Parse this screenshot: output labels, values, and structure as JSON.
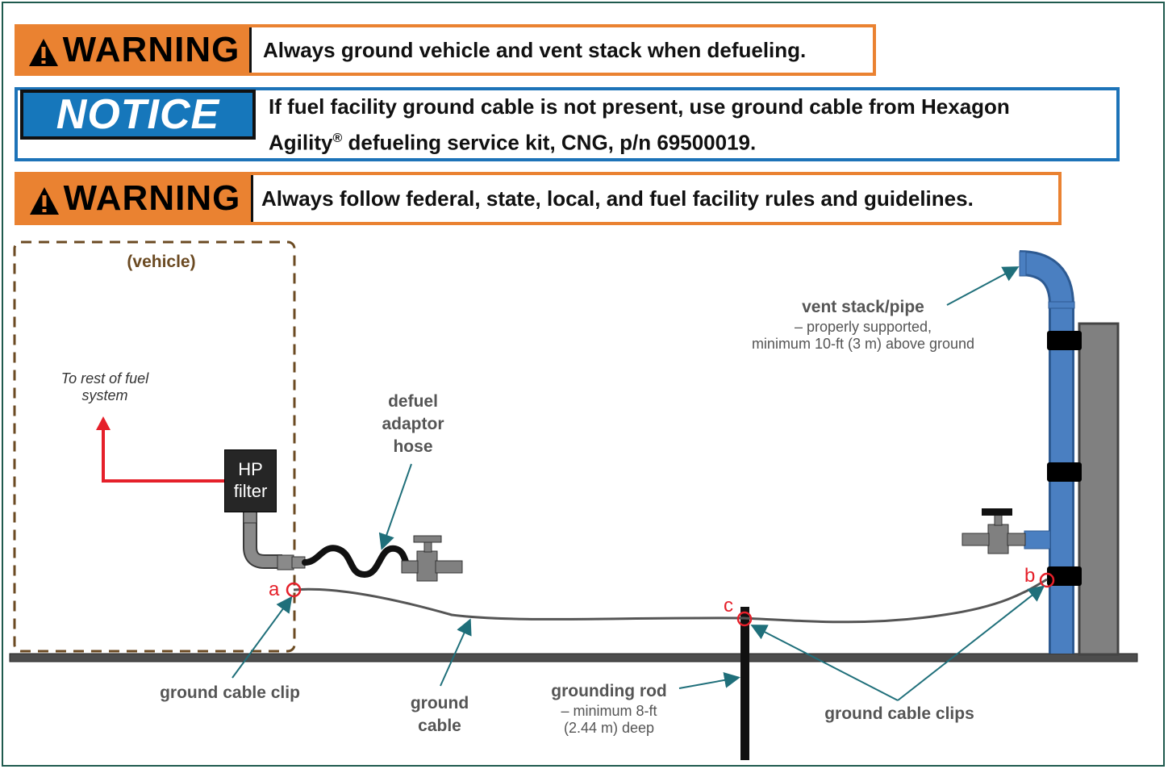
{
  "warning_1": {
    "signal": "WARNING",
    "text": "Always ground vehicle and vent stack when defueling."
  },
  "notice": {
    "signal": "NOTICE",
    "line1": "If fuel facility ground cable is not present, use ground cable from Hexagon",
    "line2_pre": "Agility",
    "registered": "®",
    "line2_post": " defueling service kit, CNG, p/n 69500019."
  },
  "warning_2": {
    "signal": "WARNING",
    "text": "Always follow federal, state, local, and fuel facility rules and guidelines."
  },
  "diagram": {
    "vehicle_label": "(vehicle)",
    "fuel_system_label": [
      "To rest of fuel",
      "system"
    ],
    "hp_filter": [
      "HP",
      "filter"
    ],
    "defuel_hose": [
      "defuel",
      "adaptor",
      "hose"
    ],
    "vent_stack": {
      "title": "vent stack/pipe",
      "line1": "– properly supported,",
      "line2": "minimum 10-ft (3 m) above ground"
    },
    "ground_cable_clip": "ground cable clip",
    "ground_cable": [
      "ground",
      "cable"
    ],
    "grounding_rod": {
      "title": "grounding rod",
      "line1": "– minimum 8-ft",
      "line2": "(2.44 m) deep"
    },
    "ground_cable_clips": "ground cable clips",
    "points": {
      "a": "a",
      "b": "b",
      "c": "c"
    }
  },
  "colors": {
    "warning_orange": "#ea8231",
    "notice_blue": "#1677bb",
    "pipe_blue": "#4a7fc1",
    "callout_teal": "#1f6f7a",
    "clip_red": "#e5202a",
    "vehicle_border": "#6b4a22"
  },
  "icons": {
    "warning": "warning-triangle-icon",
    "arrow": "red-up-arrow-icon"
  }
}
